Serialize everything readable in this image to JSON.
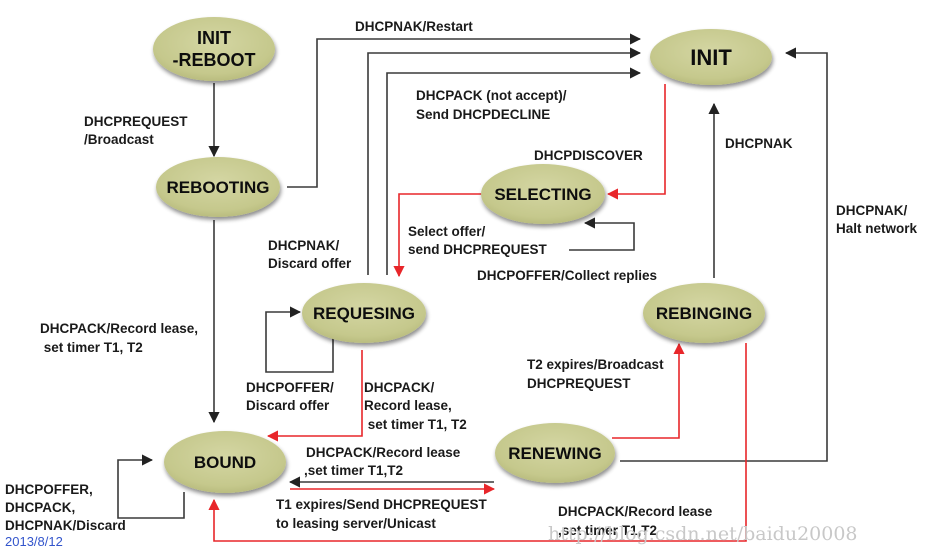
{
  "diagram": {
    "type": "state-machine",
    "subject": "DHCP client state transitions",
    "colors": {
      "node_fill": "#c6c98e",
      "node_shadow": "#9a9a78",
      "black_edge": "#333333",
      "red_edge": "#e8262a",
      "date_text": "#3355cc",
      "watermark_text": "#c8c8c8"
    },
    "nodes": [
      {
        "id": "init-reboot",
        "lines": [
          "INIT",
          "-REBOOT"
        ]
      },
      {
        "id": "init",
        "lines": [
          "INIT"
        ]
      },
      {
        "id": "rebooting",
        "lines": [
          "REBOOTING"
        ]
      },
      {
        "id": "selecting",
        "lines": [
          "SELECTING"
        ]
      },
      {
        "id": "requesting",
        "lines": [
          "REQUESING"
        ]
      },
      {
        "id": "rebinding",
        "lines": [
          "REBINGING"
        ]
      },
      {
        "id": "bound",
        "lines": [
          "BOUND"
        ]
      },
      {
        "id": "renewing",
        "lines": [
          "RENEWING"
        ]
      }
    ],
    "edges": [
      {
        "id": "initreboot-to-rebooting",
        "from": "init-reboot",
        "to": "rebooting",
        "color": "black",
        "label": [
          "DHCPREQUEST",
          "/Broadcast"
        ]
      },
      {
        "id": "rebooting-to-init",
        "from": "rebooting",
        "to": "init",
        "color": "black",
        "label": [
          "DHCPNAK/Restart"
        ]
      },
      {
        "id": "requesting-to-init-nak",
        "from": "requesting",
        "to": "init",
        "color": "black",
        "label": [
          "DHCPNAK/",
          "Discard offer"
        ]
      },
      {
        "id": "requesting-to-init-decline",
        "from": "requesting",
        "to": "init",
        "color": "black",
        "label": [
          "DHCPACK (not accept)/",
          "Send DHCPDECLINE"
        ]
      },
      {
        "id": "init-to-selecting",
        "from": "init",
        "to": "selecting",
        "color": "red",
        "label": [
          "DHCPDISCOVER"
        ]
      },
      {
        "id": "selecting-self",
        "from": "selecting",
        "to": "selecting",
        "color": "black",
        "label": [
          "DHCPOFFER/Collect replies"
        ]
      },
      {
        "id": "selecting-to-requesting",
        "from": "selecting",
        "to": "requesting",
        "color": "red",
        "label": [
          "Select offer/",
          "send DHCPREQUEST"
        ]
      },
      {
        "id": "requesting-self",
        "from": "requesting",
        "to": "requesting",
        "color": "black",
        "label": [
          "DHCPOFFER/",
          "Discard offer"
        ]
      },
      {
        "id": "rebooting-to-bound",
        "from": "rebooting",
        "to": "bound",
        "color": "black",
        "label": [
          "DHCPACK/Record lease,",
          " set timer T1, T2"
        ]
      },
      {
        "id": "requesting-to-bound",
        "from": "requesting",
        "to": "bound",
        "color": "red",
        "label": [
          "DHCPACK/",
          "Record lease,",
          " set timer T1, T2"
        ]
      },
      {
        "id": "rebinding-to-init",
        "from": "rebinding",
        "to": "init",
        "color": "black",
        "label": [
          "DHCPNAK"
        ]
      },
      {
        "id": "renewing-to-init",
        "from": "renewing",
        "to": "init",
        "color": "black",
        "label": [
          "DHCPNAK/",
          "Halt network"
        ]
      },
      {
        "id": "renewing-to-rebinding",
        "from": "renewing",
        "to": "rebinding",
        "color": "red",
        "label": [
          "T2 expires/Broadcast",
          "DHCPREQUEST"
        ]
      },
      {
        "id": "renewing-to-bound",
        "from": "renewing",
        "to": "bound",
        "color": "black",
        "label": [
          "DHCPACK/Record lease",
          ",set timer T1,T2"
        ]
      },
      {
        "id": "bound-to-renewing",
        "from": "bound",
        "to": "renewing",
        "color": "red",
        "label": [
          "T1 expires/Send DHCPREQUEST",
          "to leasing server/Unicast"
        ]
      },
      {
        "id": "rebinding-to-bound",
        "from": "rebinding",
        "to": "bound",
        "color": "red",
        "label": [
          "DHCPACK/Record lease",
          ",set timer T1,T2"
        ]
      },
      {
        "id": "bound-self",
        "from": "bound",
        "to": "bound",
        "color": "black",
        "label": [
          "DHCPOFFER,",
          "DHCPACK,",
          "DHCPNAK/Discard"
        ]
      }
    ]
  },
  "footer": {
    "date": "2013/8/12",
    "watermark": "http://blog.csdn.net/baidu20008"
  }
}
